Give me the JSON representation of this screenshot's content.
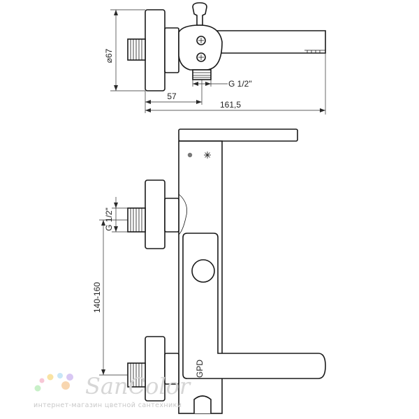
{
  "dimensions": {
    "diameter": "⌀67",
    "inlet_offset": "57",
    "total_length": "161,5",
    "thread_top": "G 1/2\"",
    "thread_side": "G 1/2\"",
    "center_distance": "140-160"
  },
  "labels": {
    "brand_mark": "GPD"
  },
  "watermark": {
    "name": "SanColor",
    "tagline": "интернет-магазин цветной сантехники"
  },
  "colors": {
    "line": "#1a1a1a",
    "watermark_dots": [
      "#f7c7d6",
      "#f9e3a3",
      "#c7e6f7",
      "#d8c7f3",
      "#c8f0c8",
      "#f8d6b0"
    ]
  }
}
